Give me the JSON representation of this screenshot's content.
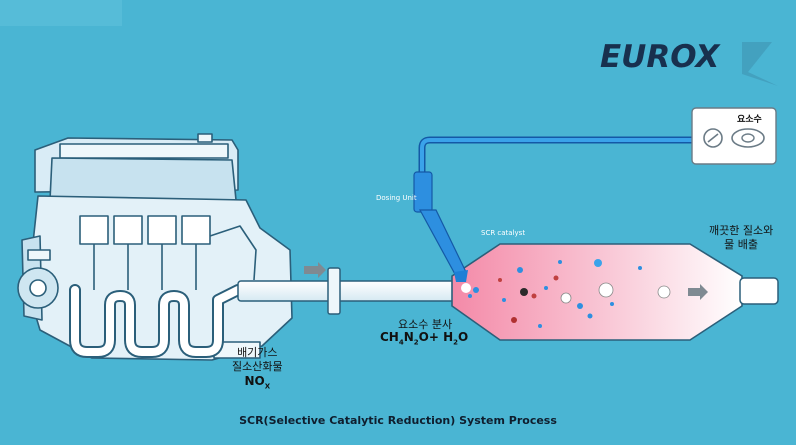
{
  "brand": {
    "logo_text": "EUROX"
  },
  "labels": {
    "tank": "요소수",
    "dosing_unit": "Dosing Unit",
    "scr_catalyst": "SCR catalyst",
    "exhaust_line1": "배기가스",
    "exhaust_line2": "질소산화물",
    "nox_main": "NO",
    "nox_sub": "X",
    "urea_spray": "요소수 분사",
    "clean_line1": "깨끗한 질소와",
    "clean_line2": "물 배출"
  },
  "formula": {
    "ch": "CH",
    "s4": "4",
    "n": "N",
    "s2a": "2",
    "o_plus": "O+ H",
    "s2b": "2",
    "o": "O"
  },
  "caption": "SCR(Selective Catalytic Reduction)  System Process",
  "colors": {
    "background": "#4ab5d3",
    "pipe_blue": "#1d7fd6",
    "engine_fill": "#e3f1f8",
    "engine_stroke": "#2b5f7a",
    "logo_navy": "#18304e"
  }
}
